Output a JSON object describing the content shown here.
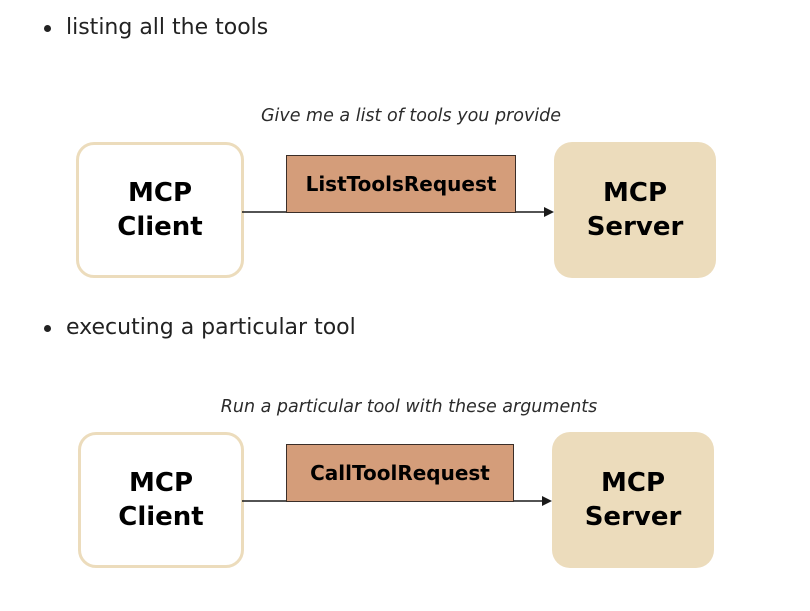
{
  "sections": [
    {
      "bullet": "listing all the tools",
      "caption": "Give me a list of tools you provide",
      "client": {
        "line1": "MCP",
        "line2": "Client"
      },
      "request": "ListToolsRequest",
      "server": {
        "line1": "MCP",
        "line2": "Server"
      }
    },
    {
      "bullet": "executing a particular tool",
      "caption": "Run a particular tool with these arguments",
      "client": {
        "line1": "MCP",
        "line2": "Client"
      },
      "request": "CallToolRequest",
      "server": {
        "line1": "MCP",
        "line2": "Server"
      }
    }
  ],
  "colors": {
    "client_border": "#ecdcbc",
    "server_fill": "#ecdcbc",
    "request_fill": "#d49d7a",
    "arrow": "#1a1a1a"
  }
}
